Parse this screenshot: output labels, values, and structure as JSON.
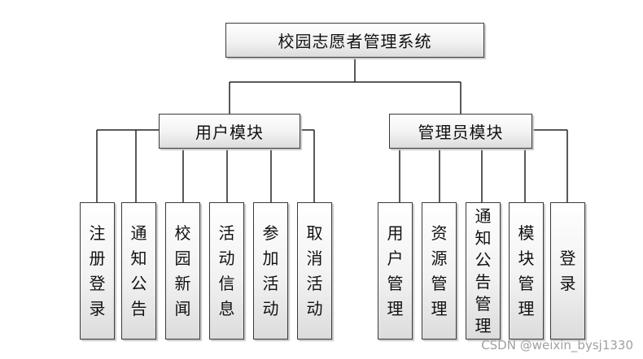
{
  "root": {
    "label": "校园志愿者管理系统"
  },
  "modules": [
    {
      "label": "用户模块",
      "children": [
        "注册登录",
        "通知公告",
        "校园新闻",
        "活动信息",
        "参加活动",
        "取消活动"
      ]
    },
    {
      "label": "管理员模块",
      "children": [
        "用户管理",
        "资源管理",
        "通知公告管理",
        "模块管理",
        "登录"
      ]
    }
  ],
  "watermark": "CSDN @weixin_bysj1330"
}
